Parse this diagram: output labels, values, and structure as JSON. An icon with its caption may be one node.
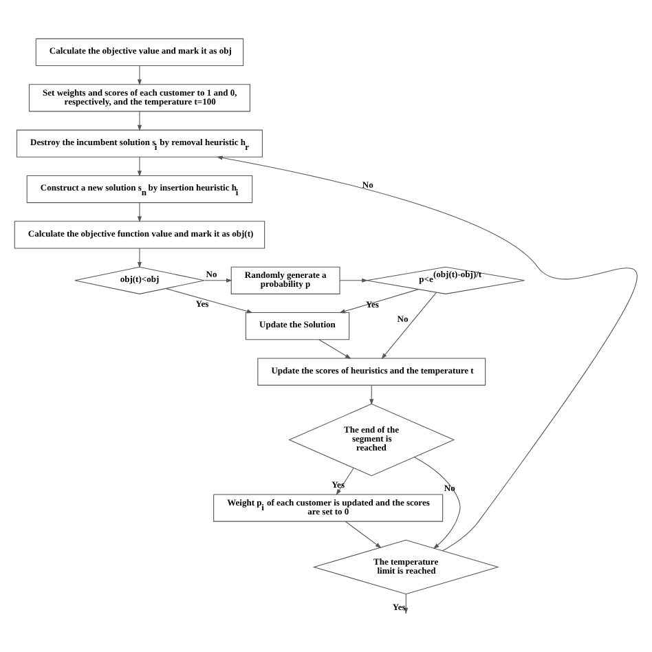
{
  "diagram": {
    "nodes": [
      {
        "text": [
          "Calculate the objective value and mark it as obj"
        ]
      },
      {
        "text": [
          "Set weights and scores of each customer to 1 and 0, respectively, and the temperature t=100"
        ]
      },
      {
        "text": [
          "Destroy the incumbent solution s$_{i}$ by removal heuristic h$_{r}$"
        ]
      },
      {
        "text": [
          "Construct a new solution s$_{n}$ by insertion heuristic h$_{i}$"
        ]
      },
      {
        "text": [
          "Calculate the objective function value and mark it as obj(t)"
        ]
      },
      {
        "text": [
          "obj(t)<obj"
        ]
      },
      {
        "text": [
          "Randomly generate a probability p"
        ]
      },
      {
        "text": [
          "p<e$^{(obj(t)-obj)/t}$"
        ]
      },
      {
        "text": [
          "Update the Solution"
        ]
      },
      {
        "text": [
          "Update the scores of heuristics and the temperature t"
        ]
      },
      {
        "text": [
          "The end of the segment is reached"
        ]
      },
      {
        "text": [
          "Weight p$_{i}$ of each customer is updated and the scores are set to 0"
        ]
      },
      {
        "text": [
          "The temperature limit is reached"
        ]
      }
    ],
    "edges": [
      {
        "from": 0,
        "to": 1,
        "arrow": "to"
      },
      {
        "from": 1,
        "to": 2,
        "arrow": "to"
      },
      {
        "from": 2,
        "to": 3,
        "arrow": "to"
      },
      {
        "from": 3,
        "to": 4,
        "arrow": "to"
      },
      {
        "from": 4,
        "to": 5,
        "arrow": "to"
      },
      {
        "from": 5,
        "to": 6,
        "arrow": "to",
        "label": "No"
      },
      {
        "from": 6,
        "to": 7,
        "arrow": "to"
      },
      {
        "from": 5,
        "to": 8,
        "arrow": "to",
        "label": "Yes"
      },
      {
        "from": 7,
        "to": 8,
        "arrow": "to",
        "label": "Yes"
      },
      {
        "from": 7,
        "to": 9,
        "arrow": "to",
        "label": "No"
      },
      {
        "from": 8,
        "to": 9,
        "arrow": "to"
      },
      {
        "from": 9,
        "to": 10,
        "arrow": "to"
      },
      {
        "from": 10,
        "to": 11,
        "arrow": "to",
        "label": "Yes"
      },
      {
        "from": 11,
        "to": 12,
        "arrow": "to"
      },
      {
        "from": 10,
        "to": 12,
        "arrow": "to",
        "label": "No"
      },
      {
        "from": 12,
        "to": 2,
        "arrow": "to",
        "label": "No"
      },
      {
        "from": 12,
        "to": null,
        "arrow": "to",
        "label": "Yes"
      }
    ]
  }
}
